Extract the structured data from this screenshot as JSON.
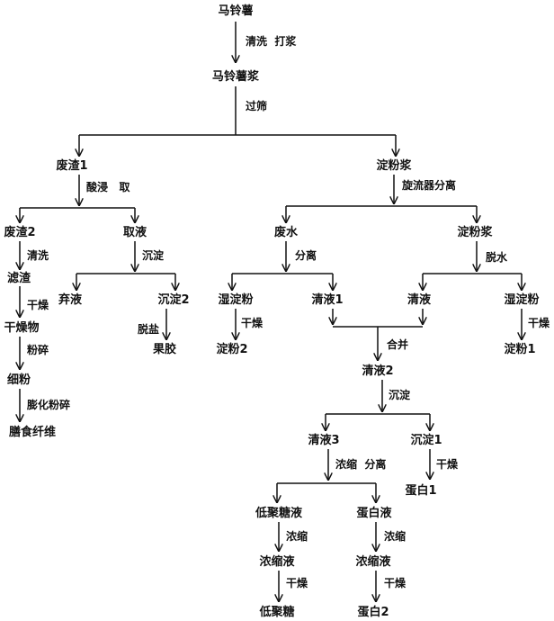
{
  "diagram": {
    "nodes": {
      "potato": "马铃薯",
      "potato_pulp": "马铃薯浆",
      "residue_1": "废渣1",
      "starch_slurry_a": "淀粉浆",
      "residue_2": "废渣2",
      "extract_liquid": "取液",
      "washed_residue": "滤渣",
      "dried_matter": "干燥物",
      "fine_powder": "细粉",
      "dietary_fiber": "膳食纤维",
      "waste_liquid": "弃液",
      "precipitate_2": "沉淀2",
      "pectin": "果胶",
      "waste_water": "废水",
      "starch_slurry_b": "淀粉浆",
      "wet_starch_a": "湿淀粉",
      "clear_liquid_1": "清液1",
      "clear_liquid": "清液",
      "wet_starch_b": "湿淀粉",
      "starch_2": "淀粉2",
      "starch_1": "淀粉1",
      "clear_liquid_2": "清液2",
      "clear_liquid_3": "清液3",
      "precipitate_1": "沉淀1",
      "protein_1": "蛋白1",
      "oligosaccharide_liquid": "低聚糖液",
      "protein_liquid": "蛋白液",
      "concentrate_a": "浓缩液",
      "concentrate_b": "浓缩液",
      "oligosaccharide": "低聚糖",
      "protein_2": "蛋白2"
    },
    "labels": {
      "wash_pulp": "清洗  打浆",
      "sieve": "过筛",
      "leach": "酸浸   取",
      "wash": "清洗",
      "dry_a": "干燥",
      "crush": "粉碎",
      "puff_crush": "膨化粉碎",
      "precipitate_a": "沉淀",
      "desalt": "脱盐",
      "cyclone": "旋流器分离",
      "separate": "分离",
      "dry_b": "干燥",
      "dewater": "脱水",
      "dry_c": "干燥",
      "merge": "合并",
      "precipitate_b": "沉淀",
      "concentrate_separate": "浓缩  分离",
      "dry_d": "干燥",
      "concentrate_a": "浓缩",
      "dry_e": "干燥",
      "concentrate_b": "浓缩",
      "dry_f": "干燥"
    }
  }
}
